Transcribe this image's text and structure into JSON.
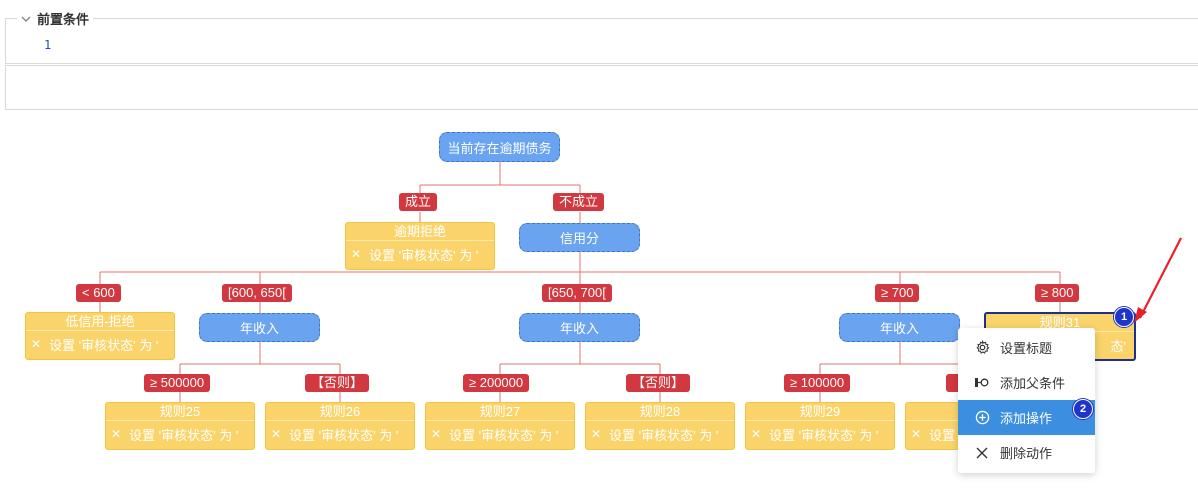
{
  "panel": {
    "title": "前置条件",
    "line_number": "1"
  },
  "tree": {
    "root": "当前存在逾期债务",
    "edges": {
      "yes": "成立",
      "no": "不成立"
    },
    "overdue_reject": {
      "title": "逾期拒绝",
      "action": "设置 '审核状态' 为 '"
    },
    "credit": "信用分",
    "credit_tags": [
      "< 600",
      "[600, 650[",
      "[650, 700[",
      "≥ 700",
      "≥ 800"
    ],
    "low_reject": {
      "title": "低信用-拒绝",
      "action": "设置 '审核状态' 为 '"
    },
    "income": "年收入",
    "sub_tags": [
      "≥ 500000",
      "【否则】",
      "≥ 200000",
      "【否则】",
      "≥ 100000",
      "【"
    ],
    "rules": [
      {
        "title": "规则25",
        "action": "设置 '审核状态' 为 '"
      },
      {
        "title": "规则26",
        "action": "设置 '审核状态' 为 '"
      },
      {
        "title": "规则27",
        "action": "设置 '审核状态' 为 '"
      },
      {
        "title": "规则28",
        "action": "设置 '审核状态' 为 '"
      },
      {
        "title": "规则29",
        "action": "设置 '审核状态' 为 '"
      },
      {
        "title": "",
        "action": "设置"
      }
    ],
    "rule31": {
      "title": "规则31",
      "action_tail": "态'"
    }
  },
  "context_menu": {
    "items": [
      {
        "label": "设置标题",
        "icon": "gear-icon"
      },
      {
        "label": "添加父条件",
        "icon": "add-parent-condition-icon"
      },
      {
        "label": "添加操作",
        "icon": "plus-circle-icon"
      },
      {
        "label": "删除动作",
        "icon": "close-icon"
      }
    ],
    "active_index": 2
  },
  "annotations": {
    "badge1": "1",
    "badge2": "2",
    "arrow_color": "#e8202a"
  },
  "colors": {
    "condition": "#6aa3ef",
    "tag": "#d2383f",
    "rule": "#fad46b",
    "edge": "#e57373",
    "menu_active": "#3b8ee0"
  }
}
